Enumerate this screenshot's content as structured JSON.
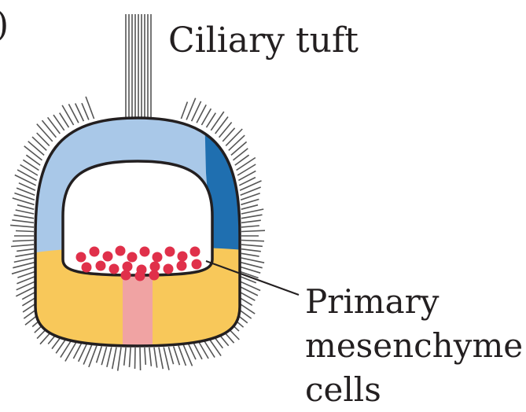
{
  "figure": {
    "panel_mark": ")",
    "labels": {
      "ciliary_tuft": "Ciliary tuft",
      "primary_mesenchyme_line1": "Primary",
      "primary_mesenchyme_line2": "mesenchyme",
      "primary_mesenchyme_line3": "cells"
    },
    "colors": {
      "ectoderm_light_blue": "#a9c8e8",
      "ectoderm_dark_blue": "#1f6fb0",
      "vegetal_plate_yellow": "#f8c85a",
      "vegetal_center_pink": "#f0a3a3",
      "mesenchyme_cells_red": "#e0304a",
      "outline": "#231f20",
      "cilia": "#555555"
    }
  }
}
